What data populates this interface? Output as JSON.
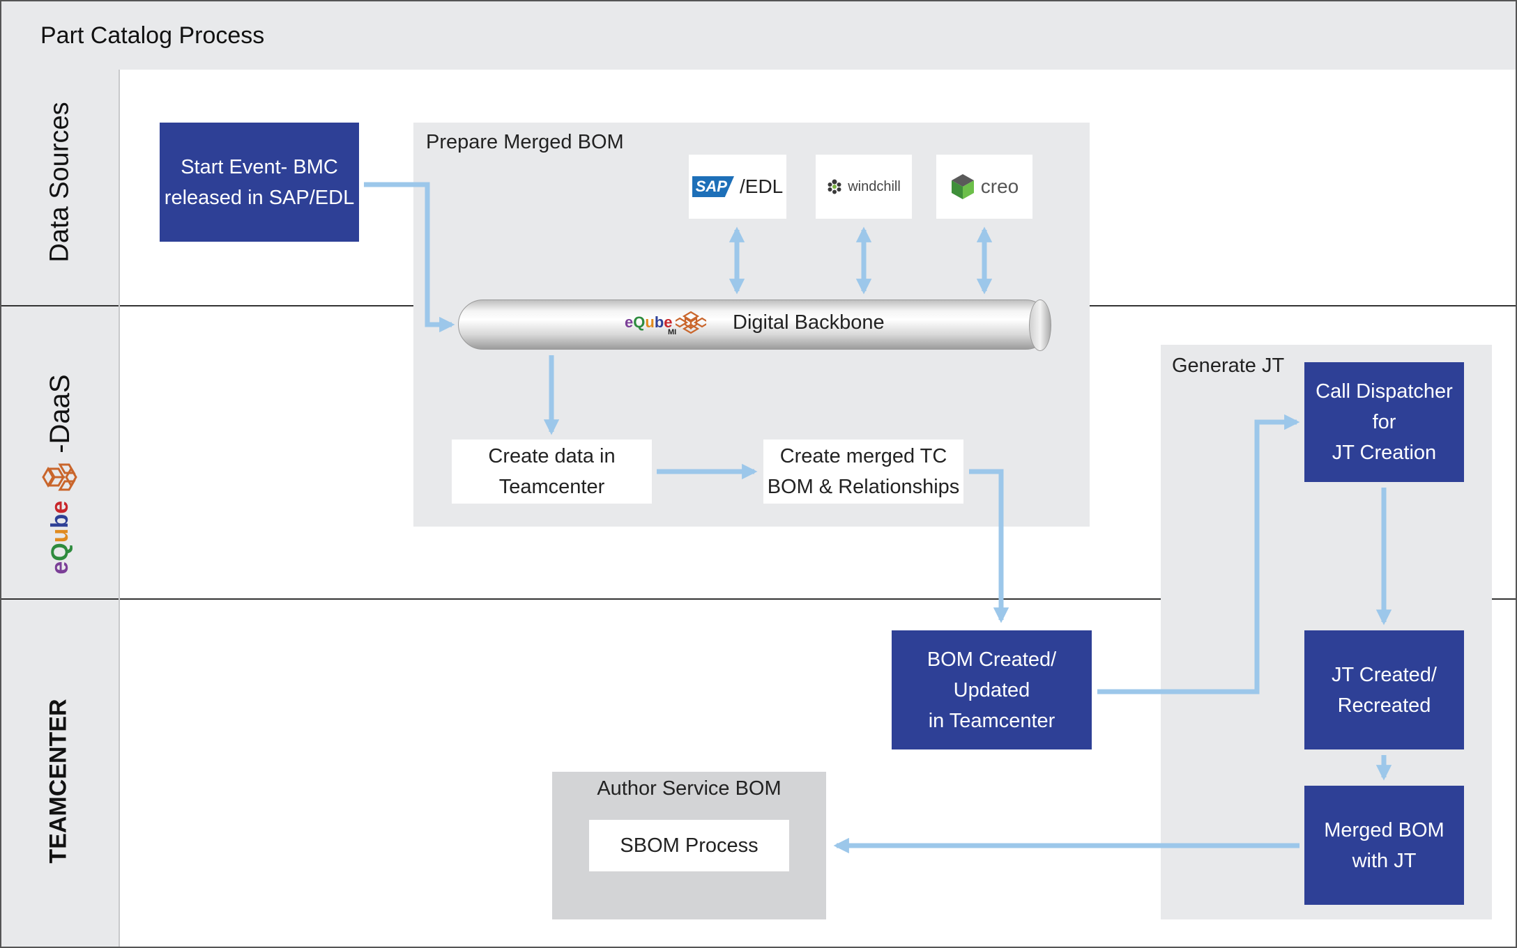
{
  "title": "Part Catalog Process",
  "lanes": [
    {
      "label": "Data Sources"
    },
    {
      "label": "-DaaS",
      "logo_text": "eQube"
    },
    {
      "label": "TEAMCENTER"
    }
  ],
  "start_event": {
    "text": "Start Event- BMC\nreleased in SAP/EDL"
  },
  "prepare_group": {
    "label": "Prepare Merged BOM"
  },
  "sources": [
    {
      "logo": "SAP",
      "text": "/EDL"
    },
    {
      "logo": "windchill-icon",
      "text": "windchill"
    },
    {
      "logo": "creo-icon",
      "text": "creo"
    }
  ],
  "backbone": {
    "logo_text": "eQube",
    "logo_sub": "MI",
    "label": "Digital Backbone"
  },
  "create_data": {
    "text": "Create data in\nTeamcenter"
  },
  "create_merged": {
    "text": "Create merged TC\nBOM & Relationships"
  },
  "generate_group": {
    "label": "Generate JT"
  },
  "call_dispatcher": {
    "text": "Call Dispatcher\nfor\nJT Creation"
  },
  "bom_created": {
    "text": "BOM Created/\nUpdated\nin Teamcenter"
  },
  "jt_created": {
    "text": "JT Created/\nRecreated"
  },
  "merged_bom_jt": {
    "text": "Merged BOM\nwith JT"
  },
  "author_group": {
    "label": "Author Service BOM"
  },
  "sbom": {
    "text": "SBOM Process"
  },
  "colors": {
    "process_blue": "#2e4096",
    "arrow_blue": "#9cc7ea",
    "lane_gray": "#e8e9eb",
    "author_gray": "#d3d4d6"
  }
}
